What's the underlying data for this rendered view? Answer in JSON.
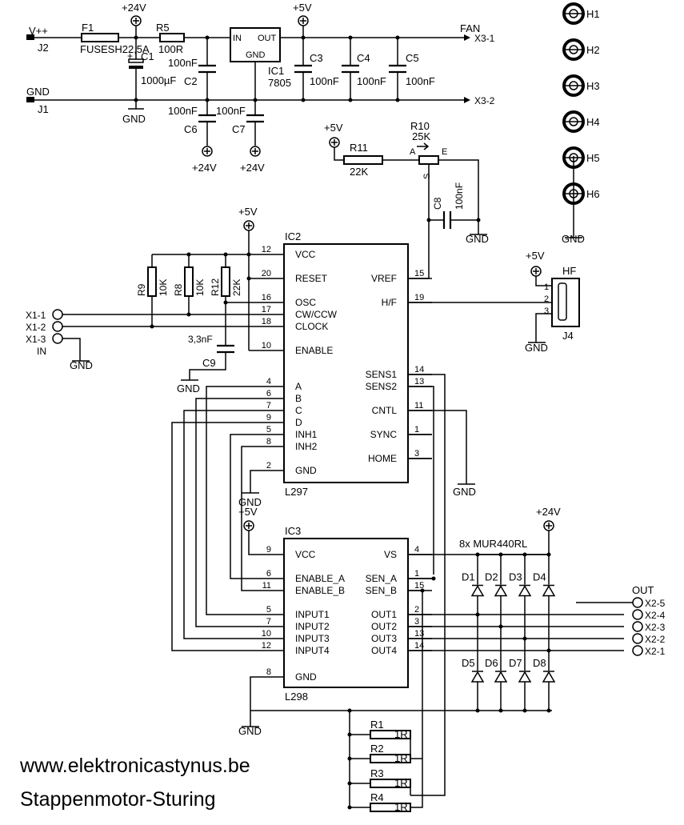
{
  "footer": {
    "website": "www.elektronicastynus.be",
    "title": "Stappenmotor-Sturing"
  },
  "power": {
    "v_label": "V++",
    "j2": "J2",
    "gnd_label": "GND",
    "j1": "J1",
    "f1": "F1",
    "f1_value": "FUSESH22,5A",
    "plus24": "+24V",
    "plus5": "+5V",
    "gnd": "GND",
    "r5": "R5",
    "r5_value": "100R",
    "c1": "C1",
    "c1_value": "1000µF",
    "c1_polarity": "+",
    "c2": "C2",
    "c2_value": "100nF",
    "c3": "C3",
    "c4": "C4",
    "c5": "C5",
    "c_value": "100nF",
    "c6": "C6",
    "c7": "C7",
    "ic1": "IC1",
    "ic1_part": "7805",
    "reg_in": "IN",
    "reg_out": "OUT",
    "reg_gnd": "GND",
    "fan": "FAN",
    "x3_1": "X3-1",
    "x3_2": "X3-2"
  },
  "vref": {
    "r10": "R10",
    "r10_value": "25K",
    "r11": "R11",
    "r11_value": "22K",
    "pin_a": "A",
    "pin_e": "E",
    "pin_s": "S",
    "c8": "C8",
    "c8_value": "100nF"
  },
  "mounting_holes": [
    "H1",
    "H2",
    "H3",
    "H4",
    "H5",
    "H6"
  ],
  "hf": {
    "label": "HF",
    "connector": "J4",
    "pins": [
      "1",
      "2",
      "3"
    ]
  },
  "input": {
    "labels": [
      "X1-1",
      "X1-2",
      "X1-3"
    ],
    "in_label": "IN",
    "r9": "R9",
    "r8": "R8",
    "r12": "R12",
    "r9_value": "10K",
    "r8_value": "10K",
    "r12_value": "22K",
    "c9": "C9",
    "c9_value": "3,3nF"
  },
  "ic2": {
    "ref": "IC2",
    "part": "L297",
    "left_pins": [
      {
        "num": "12",
        "name": "VCC"
      },
      {
        "num": "20",
        "name": "RESET"
      },
      {
        "num": "16",
        "name": "OSC"
      },
      {
        "num": "17",
        "name": "CW/CCW"
      },
      {
        "num": "18",
        "name": "CLOCK"
      },
      {
        "num": "10",
        "name": "ENABLE"
      },
      {
        "num": "4",
        "name": "A"
      },
      {
        "num": "6",
        "name": "B"
      },
      {
        "num": "7",
        "name": "C"
      },
      {
        "num": "9",
        "name": "D"
      },
      {
        "num": "5",
        "name": "INH1"
      },
      {
        "num": "8",
        "name": "INH2"
      },
      {
        "num": "2",
        "name": "GND"
      }
    ],
    "right_pins": [
      {
        "num": "15",
        "name": "VREF"
      },
      {
        "num": "19",
        "name": "H/F"
      },
      {
        "num": "14",
        "name": "SENS1"
      },
      {
        "num": "13",
        "name": "SENS2"
      },
      {
        "num": "11",
        "name": "CNTL"
      },
      {
        "num": "1",
        "name": "SYNC"
      },
      {
        "num": "3",
        "name": "HOME"
      }
    ]
  },
  "ic3": {
    "ref": "IC3",
    "part": "L298",
    "left_pins": [
      {
        "num": "9",
        "name": "VCC"
      },
      {
        "num": "6",
        "name": "ENABLE_A"
      },
      {
        "num": "11",
        "name": "ENABLE_B"
      },
      {
        "num": "5",
        "name": "INPUT1"
      },
      {
        "num": "7",
        "name": "INPUT2"
      },
      {
        "num": "10",
        "name": "INPUT3"
      },
      {
        "num": "12",
        "name": "INPUT4"
      },
      {
        "num": "8",
        "name": "GND"
      }
    ],
    "right_pins": [
      {
        "num": "4",
        "name": "VS"
      },
      {
        "num": "1",
        "name": "SEN_A"
      },
      {
        "num": "15",
        "name": "SEN_B"
      },
      {
        "num": "2",
        "name": "OUT1"
      },
      {
        "num": "3",
        "name": "OUT2"
      },
      {
        "num": "13",
        "name": "OUT3"
      },
      {
        "num": "14",
        "name": "OUT4"
      }
    ]
  },
  "output": {
    "diode_part": "8x  MUR440RL",
    "diodes_top": [
      "D1",
      "D2",
      "D3",
      "D4"
    ],
    "diodes_bottom": [
      "D5",
      "D6",
      "D7",
      "D8"
    ],
    "out_label": "OUT",
    "connectors": [
      "X2-5",
      "X2-4",
      "X2-3",
      "X2-2",
      "X2-1"
    ],
    "sense_resistors": [
      "R1",
      "R2",
      "R3",
      "R4"
    ],
    "sense_value": "1R"
  }
}
